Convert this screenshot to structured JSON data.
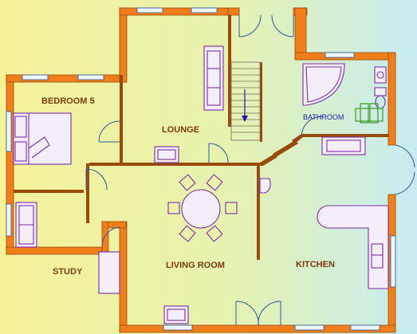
{
  "rooms": {
    "bedroom": "BEDROOM 5",
    "lounge": "LOUNGE",
    "bathroom": "BATHROOM",
    "study": "STUDY",
    "living_room": "LIVING ROOM",
    "kitchen": "KITCHEN"
  },
  "colors": {
    "wall": "#f07e1a",
    "wall_edge": "#9a4a0a",
    "furniture": "#7a2fa6",
    "window": "#2c5b9a",
    "bg_left": "#f6f29a",
    "bg_right": "#c6ecf2"
  }
}
